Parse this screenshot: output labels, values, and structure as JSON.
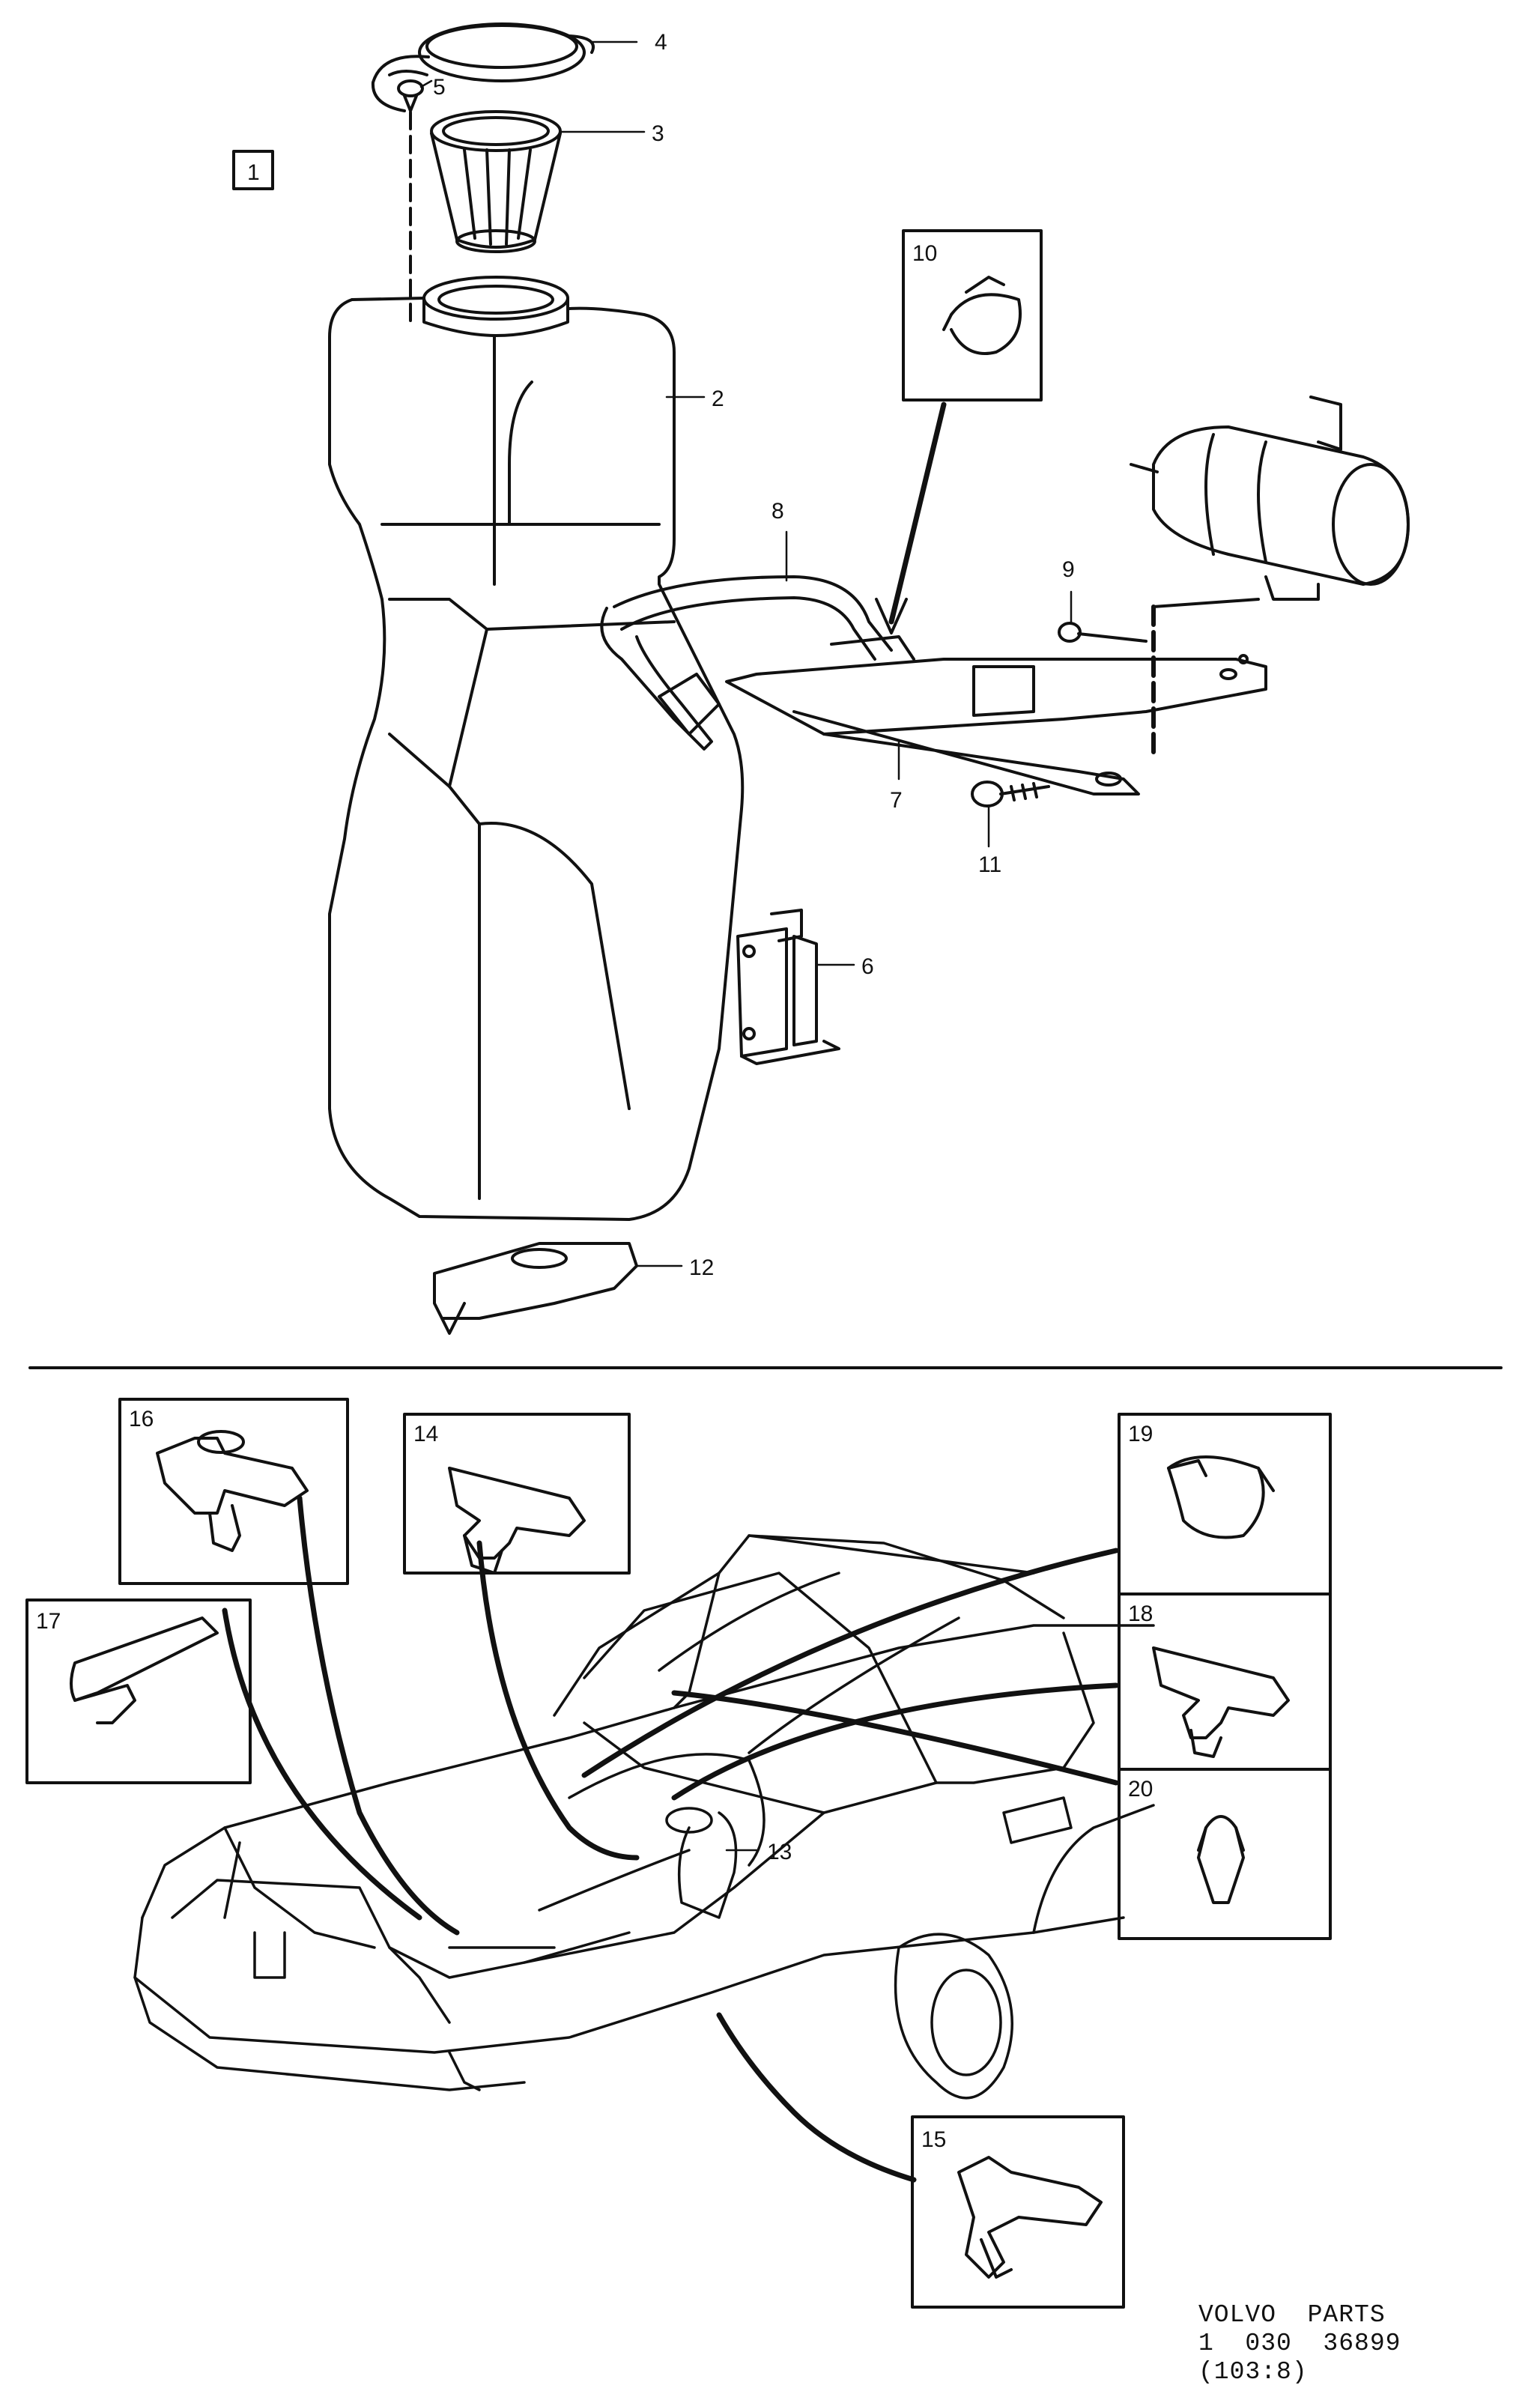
{
  "diagram": {
    "figure_marker": "1",
    "callouts": [
      "2",
      "3",
      "4",
      "5",
      "6",
      "7",
      "8",
      "9",
      "10",
      "11",
      "12",
      "13",
      "14",
      "15",
      "16",
      "17",
      "18",
      "19",
      "20"
    ],
    "credit": {
      "line1": "VOLVO  PARTS",
      "line2": "1  030  36899",
      "line3": "(103:8)"
    }
  }
}
